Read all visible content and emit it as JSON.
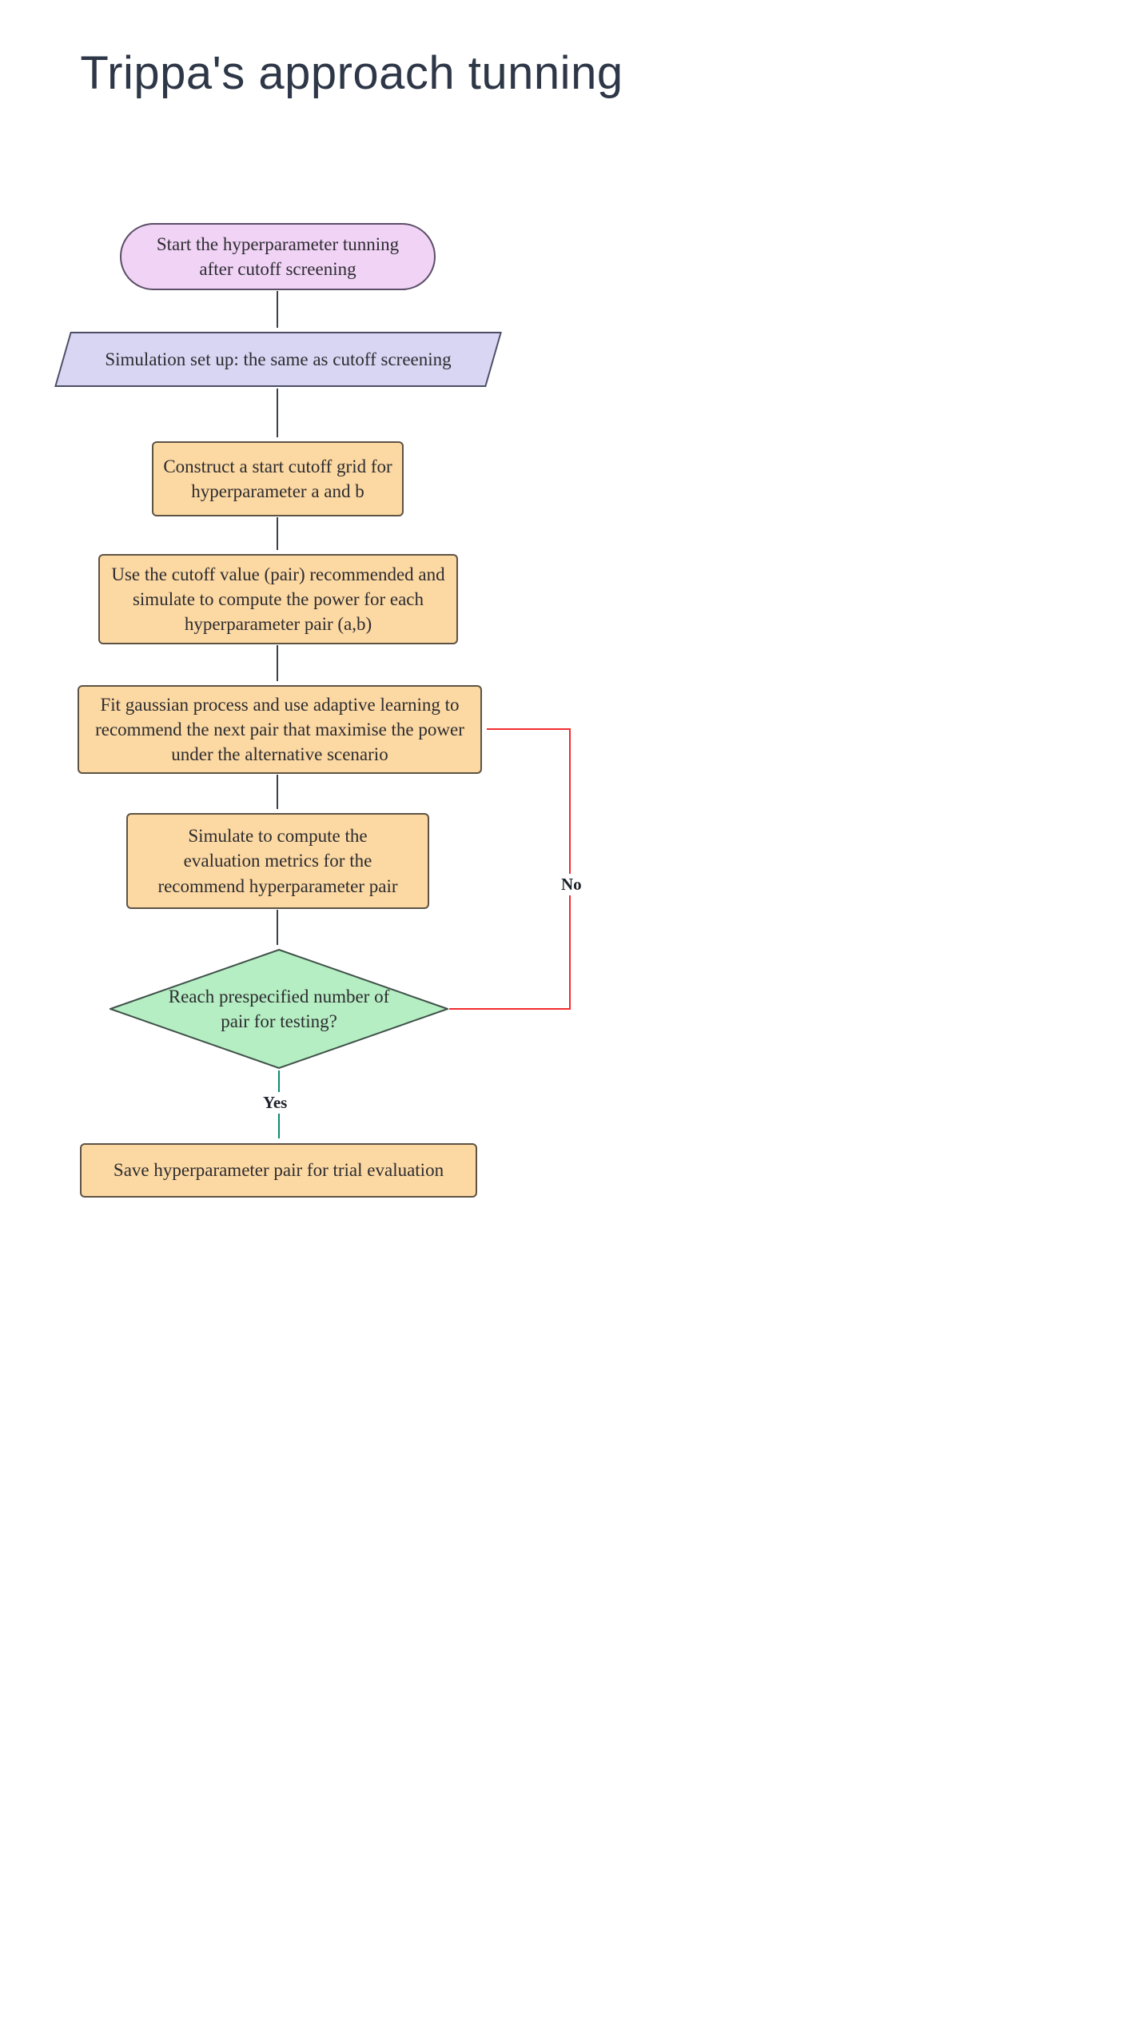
{
  "title": "Trippa's approach tunning",
  "nodes": {
    "start": "Start the hyperparameter tunning after cutoff screening",
    "setup": "Simulation set up: the same as cutoff screening",
    "grid": "Construct a start cutoff grid for hyperparameter a and b",
    "power": "Use the cutoff value (pair) recommended and simulate to compute the power for each hyperparameter pair (a,b)",
    "gp": "Fit gaussian process and use adaptive learning to recommend the next pair that maximise the power under the alternative scenario",
    "metrics": "Simulate to compute the evaluation metrics for the recommend hyperparameter pair",
    "decision": "Reach prespecified number of pair for testing?",
    "save": "Save hyperparameter pair for trial evaluation"
  },
  "edges": {
    "yes_label": "Yes",
    "no_label": "No"
  },
  "colors": {
    "terminator_fill": "#f1d3f6",
    "data_fill": "#d8d6f3",
    "process_fill": "#fcd8a2",
    "decision_fill": "#b6eec3",
    "edge": "#39414d",
    "yes_edge": "#0d8a6f",
    "no_edge": "#f12b2e",
    "text": "#2c2c30",
    "title_text": "#2e3747"
  }
}
